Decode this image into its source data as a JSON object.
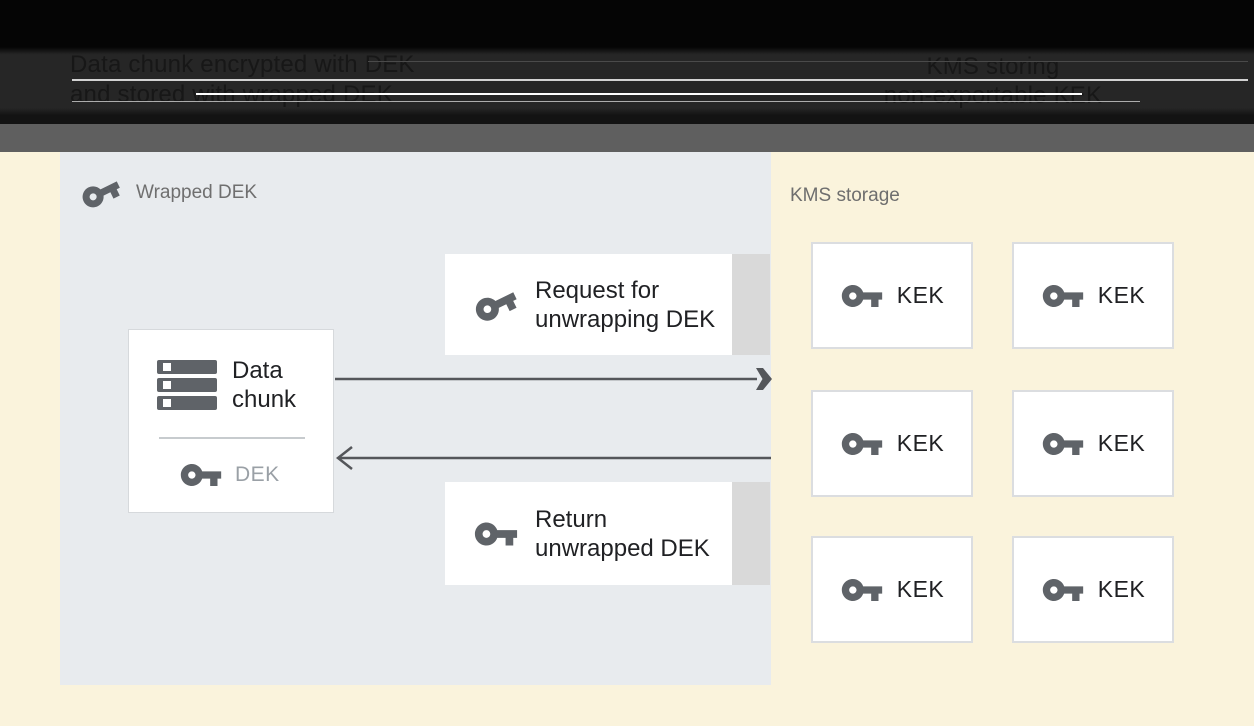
{
  "header": {
    "left_caption": {
      "line1": "Data chunk encrypted with DEK",
      "line2": "and stored with wrapped DEK"
    },
    "right_caption": {
      "line1": "KMS storing",
      "line2": "non-exportable KEK"
    }
  },
  "wrapped_dek_panel": {
    "title": "Wrapped DEK",
    "data_chunk_box": {
      "label_line1": "Data",
      "label_line2": "chunk",
      "key_label": "DEK"
    },
    "request_box": {
      "line1": "Request for",
      "line2": "unwrapping DEK"
    },
    "return_box": {
      "line1": "Return",
      "line2": "unwrapped DEK"
    }
  },
  "kms_storage": {
    "title": "KMS storage",
    "kek_boxes": [
      {
        "label": "KEK"
      },
      {
        "label": "KEK"
      },
      {
        "label": "KEK"
      },
      {
        "label": "KEK"
      },
      {
        "label": "KEK"
      },
      {
        "label": "KEK"
      }
    ]
  },
  "icons": {
    "wrapped_key": "tilted-key-icon",
    "key": "key-icon",
    "data_chunk": "server-stack-icon",
    "arrow_right": "arrow-right",
    "arrow_left": "arrow-left"
  },
  "colors": {
    "page_background": "#FAF3DC",
    "panel_background": "#E8EBEE",
    "divider_band": "#5F5F5F",
    "header_background": "#141414",
    "box_background": "#FFFFFF",
    "box_border": "#DBDDE0",
    "box_side_strip": "#D9D9D9",
    "icon_gray": "#5F6368",
    "text_dark": "#202124",
    "text_muted": "#9AA0A6",
    "label_gray": "#6F6F6F",
    "arrow": "#54565A"
  }
}
